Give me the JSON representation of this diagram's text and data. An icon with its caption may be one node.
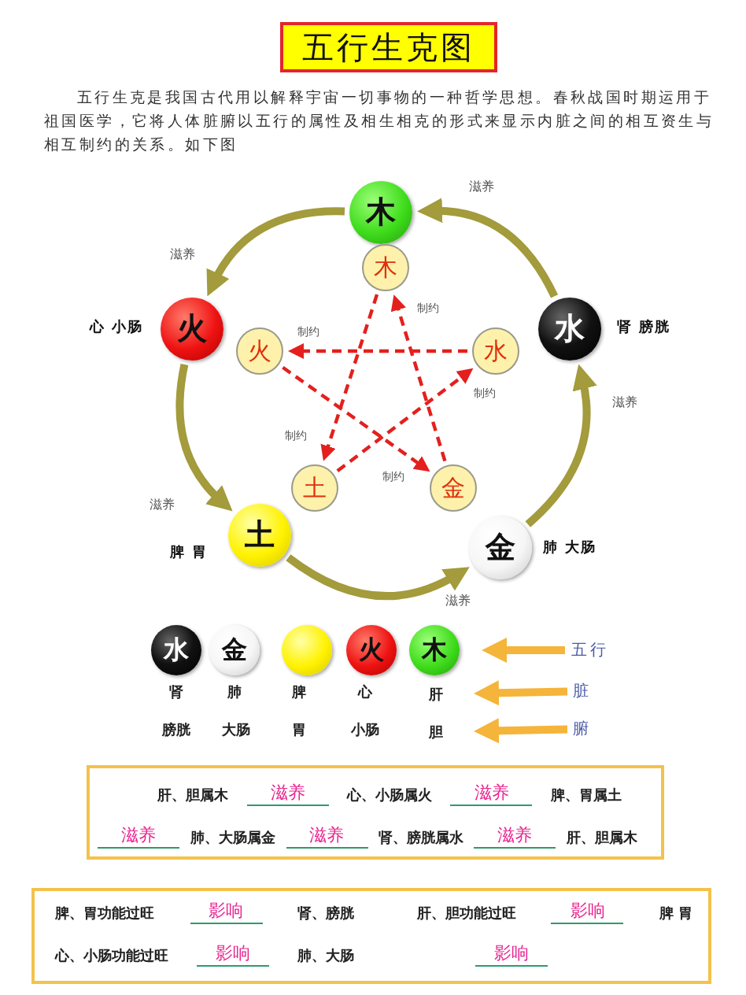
{
  "diagram": {
    "title": "五行生克图",
    "nodes": [
      {
        "text": [
          "木"
        ]
      },
      {
        "text": [
          "火"
        ],
        "beside": [
          "心 小肠"
        ]
      },
      {
        "text": [
          "水"
        ],
        "beside": [
          "肾 膀胱"
        ]
      },
      {
        "text": [
          "土"
        ],
        "beside": [
          "脾 胃"
        ]
      },
      {
        "text": [
          "金"
        ],
        "beside": [
          "肺 大肠"
        ]
      },
      {
        "text": [
          "木"
        ]
      },
      {
        "text": [
          "火"
        ]
      },
      {
        "text": [
          "水"
        ]
      },
      {
        "text": [
          "土"
        ]
      },
      {
        "text": [
          "金"
        ]
      },
      {
        "text": [
          "水"
        ]
      },
      {
        "text": [
          "金"
        ]
      },
      {
        "text": [],
        "shape": "circle"
      },
      {
        "text": [
          "火"
        ]
      },
      {
        "text": [
          "木"
        ]
      },
      {
        "text": [
          "五行"
        ]
      },
      {
        "text": [
          "肝"
        ]
      },
      {
        "text": [
          "脏"
        ]
      },
      {
        "text": [
          "胆"
        ]
      },
      {
        "text": [
          "腑"
        ]
      },
      {
        "text": [
          "肝、胆属木",
          "滋养",
          "心、小肠属火",
          "滋养",
          "脾、胃属土",
          "滋养",
          "肺、大肠属金",
          "滋养",
          "肾、膀胱属水",
          "滋养",
          "肝、胆属木"
        ]
      },
      {
        "text": [
          "脾、胃功能过旺",
          "影响",
          "肾、膀胱",
          "肝、胆功能过旺",
          "影响",
          "脾 胃",
          "心、小肠功能过旺",
          "影响",
          "肺、大肠",
          "影响"
        ]
      }
    ],
    "edges": [
      {
        "from": 0,
        "to": 1,
        "arrow": "to",
        "label": "滋养",
        "color": "#a39b3c"
      },
      {
        "from": 1,
        "to": 3,
        "arrow": "to",
        "label": "滋养",
        "color": "#a39b3c"
      },
      {
        "from": 3,
        "to": 4,
        "arrow": "to",
        "label": "滋养",
        "color": "#a39b3c"
      },
      {
        "from": 4,
        "to": 2,
        "arrow": "to",
        "label": "滋养",
        "color": "#a39b3c"
      },
      {
        "from": 2,
        "to": 0,
        "arrow": "to",
        "label": "滋养",
        "color": "#a39b3c"
      },
      {
        "from": 5,
        "to": 8,
        "arrow": "to",
        "label": "制约",
        "style": "dashed",
        "color": "#e3201e"
      },
      {
        "from": 8,
        "to": 7,
        "arrow": "to",
        "label": "制约",
        "style": "dashed",
        "color": "#e3201e"
      },
      {
        "from": 7,
        "to": 6,
        "arrow": "to",
        "label": "制约",
        "style": "dashed",
        "color": "#e3201e"
      },
      {
        "from": 6,
        "to": 9,
        "arrow": "to",
        "label": "制约",
        "style": "dashed",
        "color": "#e3201e"
      },
      {
        "from": 9,
        "to": 5,
        "arrow": "to",
        "label": "制约",
        "style": "dashed",
        "color": "#e3201e"
      },
      {
        "from": 15,
        "to": 14,
        "arrow": "to",
        "color": "#f5b43a"
      },
      {
        "from": 17,
        "to": 16,
        "arrow": "to",
        "color": "#f5b43a"
      },
      {
        "from": 19,
        "to": 18,
        "arrow": "to",
        "color": "#f5b43a"
      }
    ],
    "labels": [
      "五行生克是我国古代用以解释宇宙一切事物的一种哲学思想。春秋战国时期运用于祖国医学，它将人体脏腑以五行的属性及相生相克的形式来显示内脏之间的相互资生与相互制约的关系。如下图",
      "肾",
      "肺",
      "脾",
      "心",
      "膀胱",
      "大肠",
      "胃",
      "小肠"
    ]
  }
}
